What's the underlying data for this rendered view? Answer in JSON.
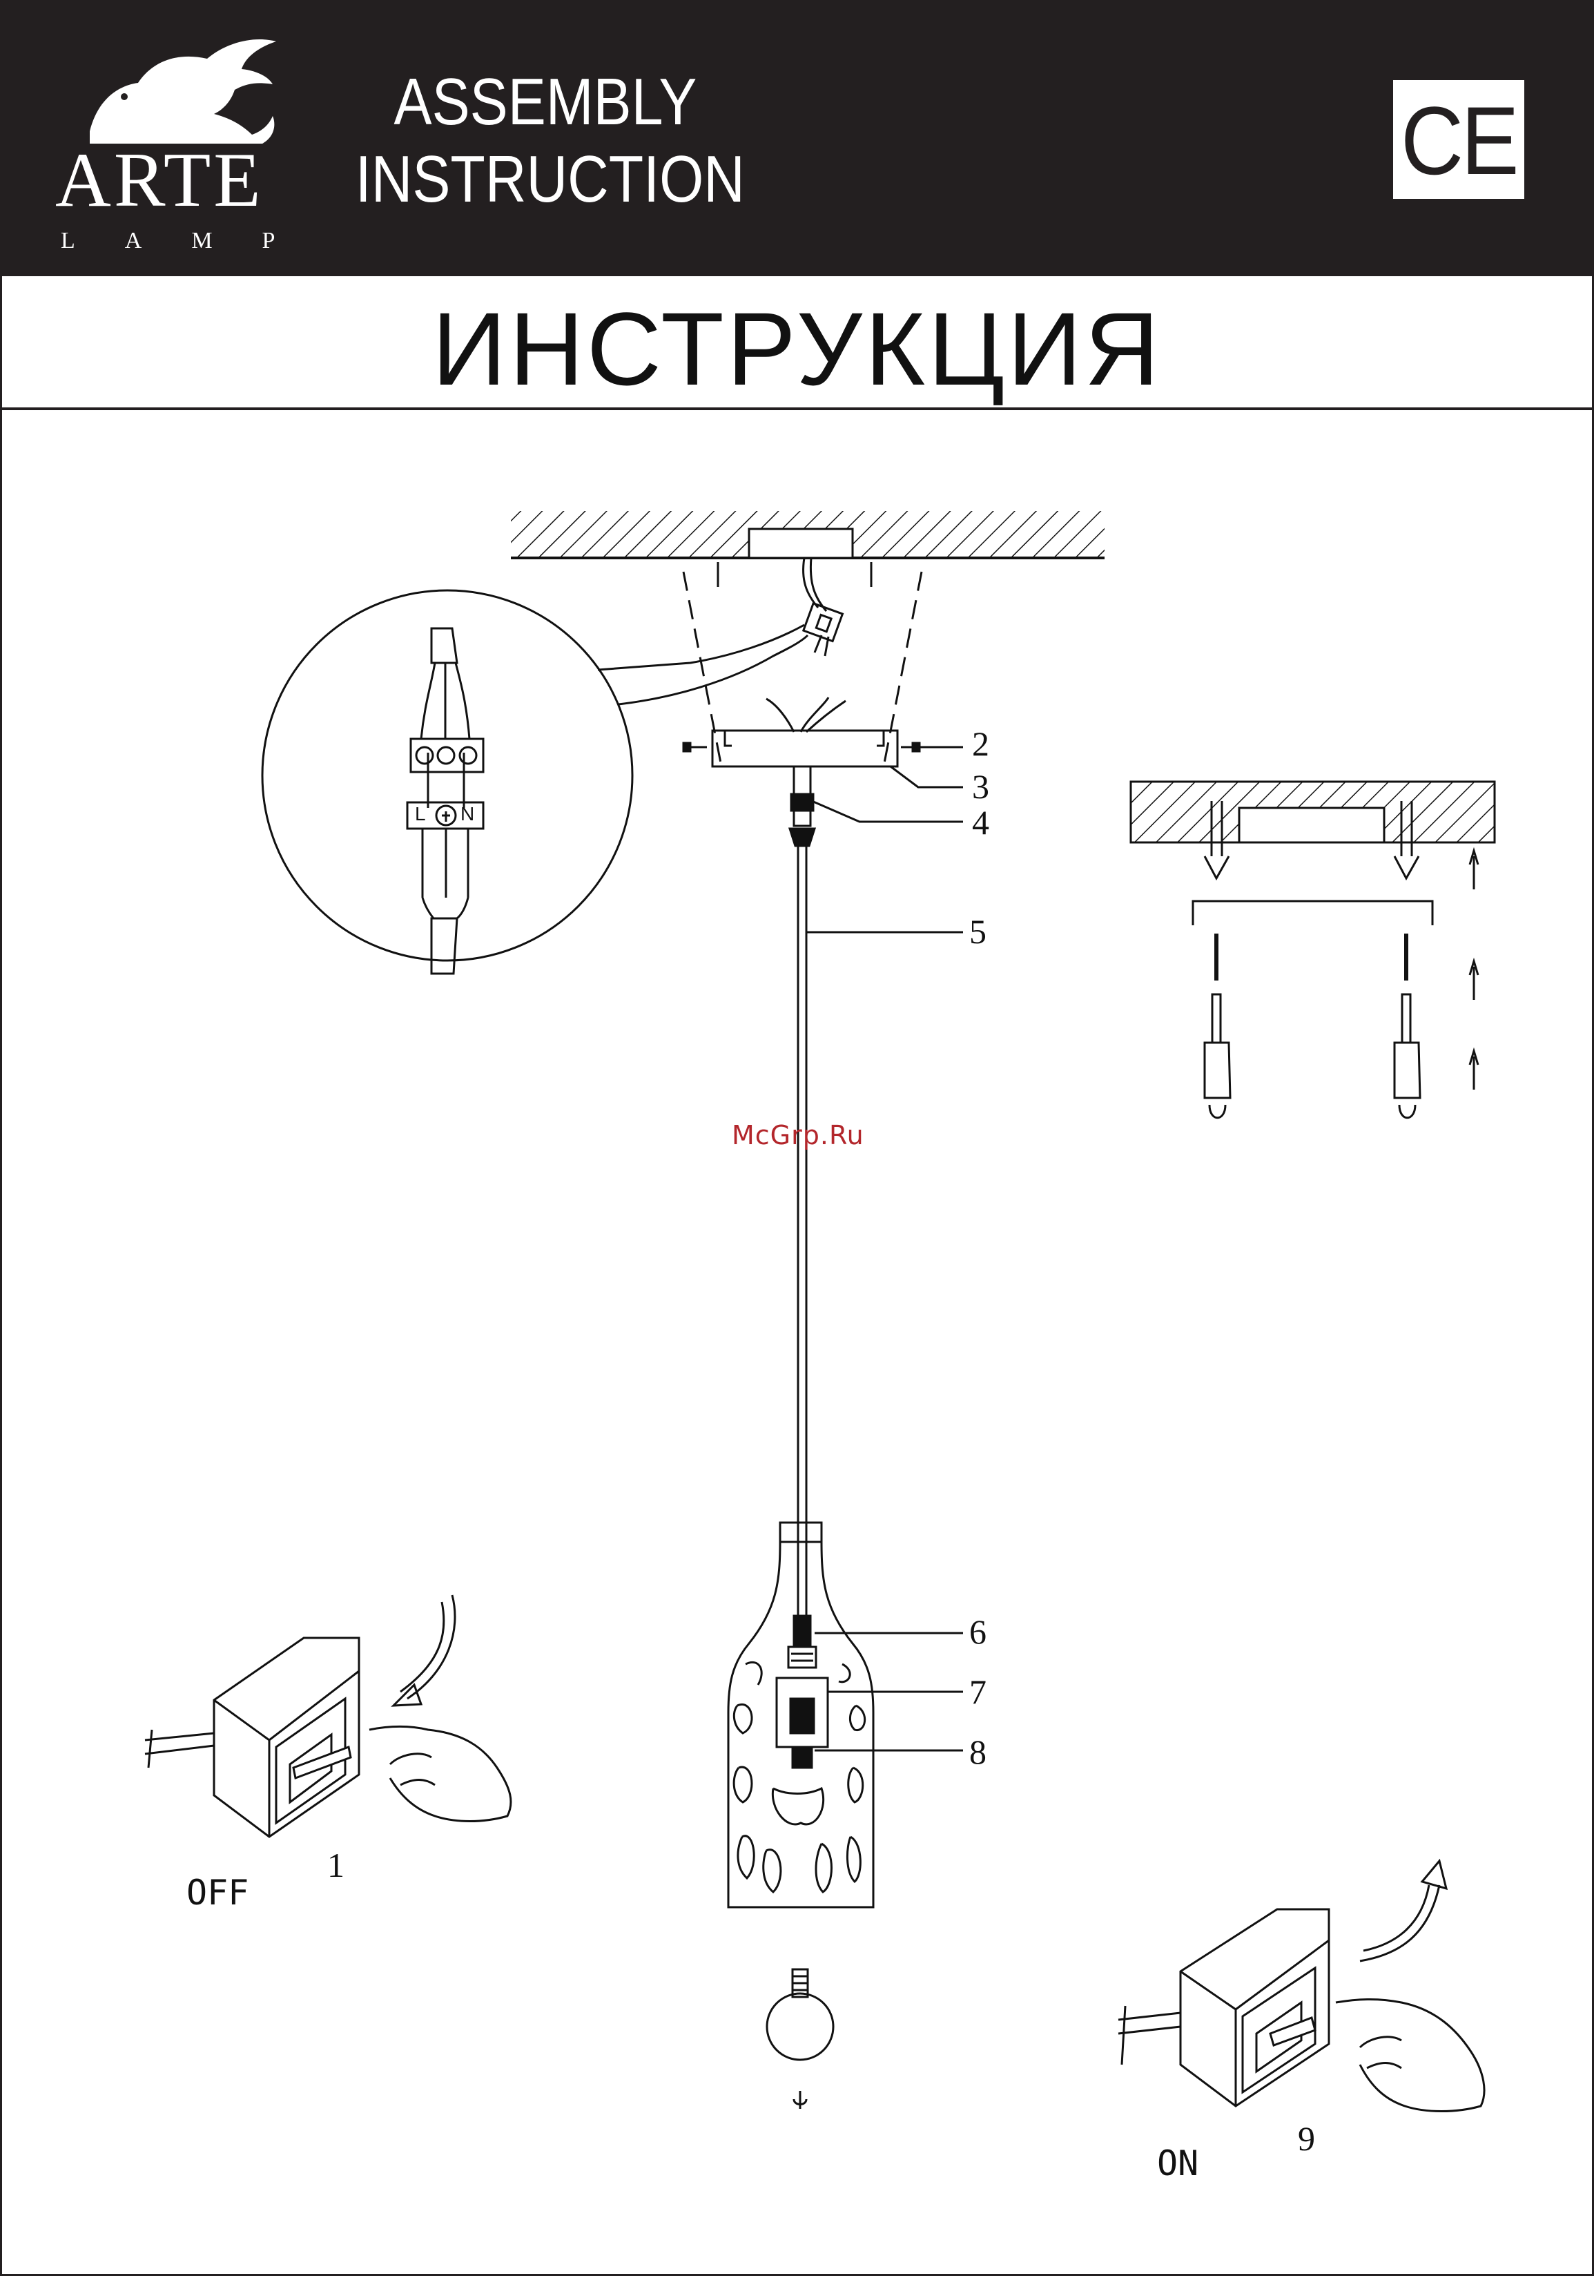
{
  "header": {
    "brand": {
      "name": "ARTE",
      "subtitle": "LAMP"
    },
    "title_en_line1": "ASSEMBLY",
    "title_en_line2": "INSTRUCTION",
    "ce_mark": "CE"
  },
  "title_ru": "ИНСТРУКЦИЯ",
  "watermark": "McGrp.Ru",
  "connector_labels": {
    "live": "L",
    "neutral": "N"
  },
  "parts": [
    {
      "number": "2"
    },
    {
      "number": "3"
    },
    {
      "number": "4"
    },
    {
      "number": "5"
    },
    {
      "number": "6"
    },
    {
      "number": "7"
    },
    {
      "number": "8"
    }
  ],
  "steps": {
    "start": {
      "number": "1",
      "state": "OFF"
    },
    "end": {
      "number": "9",
      "state": "ON"
    }
  },
  "icons": [
    "lion-logo-icon",
    "ce-mark-icon",
    "switch-icon",
    "hand-icon",
    "arrow-icon",
    "screwdriver-icon",
    "bulb-icon"
  ]
}
